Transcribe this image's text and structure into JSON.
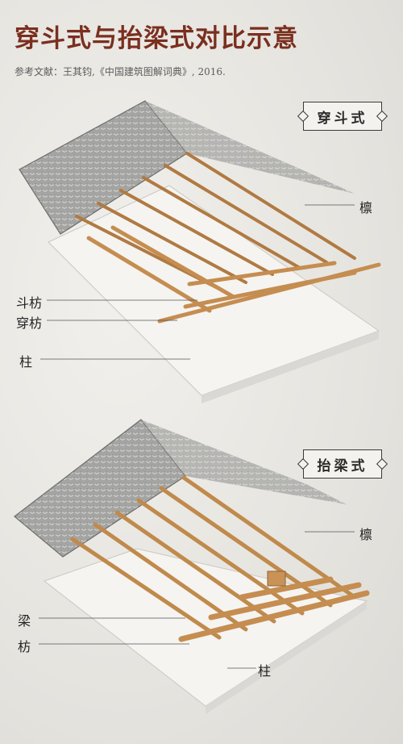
{
  "title": "穿斗式与抬梁式对比示意",
  "reference": "参考文献：王其钧,《中国建筑图解词典》, 2016.",
  "top_diagram": {
    "badge": "穿斗式",
    "labels": {
      "purlin": "檩",
      "doufang": "斗枋",
      "chuanfang": "穿枋",
      "column": "柱"
    }
  },
  "bottom_diagram": {
    "badge": "抬梁式",
    "labels": {
      "purlin": "檩",
      "beam": "梁",
      "fang": "枋",
      "column": "柱"
    }
  },
  "colors": {
    "title": "#7a2f1f",
    "wood": "#d4a46a",
    "wood_dark": "#a9763e",
    "roof": "#9a9a98",
    "platform": "#f4f3f0"
  }
}
